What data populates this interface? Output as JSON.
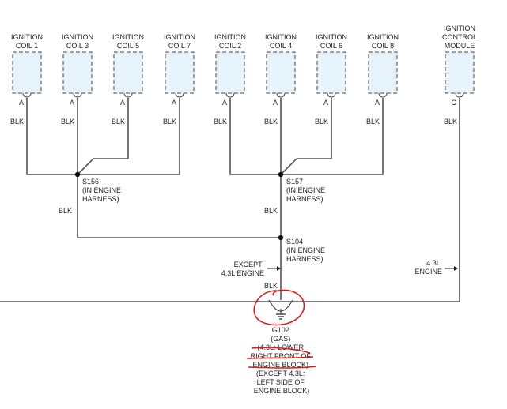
{
  "coils": [
    {
      "name": "coil-1",
      "title": [
        "IGNITION",
        "COIL 1"
      ],
      "pin": "A",
      "wire": "BLK"
    },
    {
      "name": "coil-3",
      "title": [
        "IGNITION",
        "COIL 3"
      ],
      "pin": "A",
      "wire": "BLK"
    },
    {
      "name": "coil-5",
      "title": [
        "IGNITION",
        "COIL 5"
      ],
      "pin": "A",
      "wire": "BLK"
    },
    {
      "name": "coil-7",
      "title": [
        "IGNITION",
        "COIL 7"
      ],
      "pin": "A",
      "wire": "BLK"
    },
    {
      "name": "coil-2",
      "title": [
        "IGNITION",
        "COIL 2"
      ],
      "pin": "A",
      "wire": "BLK"
    },
    {
      "name": "coil-4",
      "title": [
        "IGNITION",
        "COIL 4"
      ],
      "pin": "A",
      "wire": "BLK"
    },
    {
      "name": "coil-6",
      "title": [
        "IGNITION",
        "COIL 6"
      ],
      "pin": "A",
      "wire": "BLK"
    },
    {
      "name": "coil-8",
      "title": [
        "IGNITION",
        "COIL 8"
      ],
      "pin": "A",
      "wire": "BLK"
    }
  ],
  "module": {
    "title": [
      "IGNITION",
      "CONTROL",
      "MODULE"
    ],
    "pin": "C",
    "wire": "BLK"
  },
  "splices": {
    "s156": {
      "lines": [
        "S156",
        "(IN ENGINE",
        "HARNESS)"
      ],
      "wire_below": "BLK"
    },
    "s157": {
      "lines": [
        "S157",
        "(IN ENGINE",
        "HARNESS)"
      ],
      "wire_below": "BLK"
    },
    "s104": {
      "lines": [
        "S104",
        "(IN ENGINE",
        "HARNESS)"
      ],
      "wire_below": "BLK"
    }
  },
  "branches": {
    "except": [
      "EXCEPT",
      "4.3L ENGINE"
    ],
    "v43": [
      "4.3L",
      "ENGINE"
    ]
  },
  "ground": {
    "lines": [
      "G102",
      "(GAS)",
      "(4.3L: LOWER",
      "RIGHT FRONT OF",
      "ENGINE BLOCK)",
      "(EXCEPT 4.3L:",
      "LEFT SIDE OF",
      "ENGINE BLOCK)"
    ]
  },
  "colors": {
    "wire": "#555555",
    "coil_fill": "#e6f3fb",
    "annotation": "#d21f1f"
  }
}
